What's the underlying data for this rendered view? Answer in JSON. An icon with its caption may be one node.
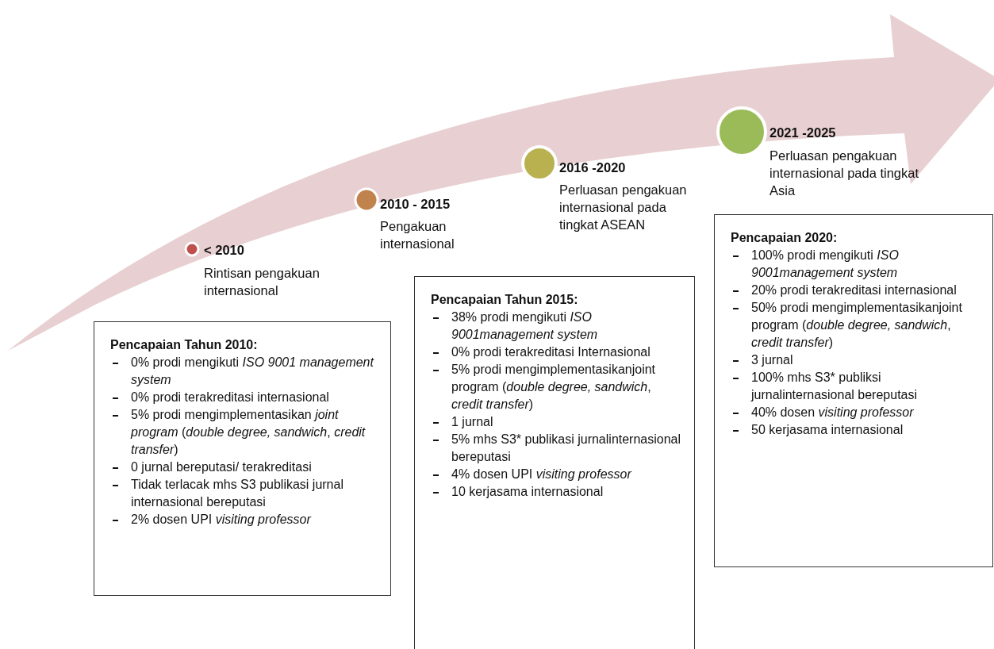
{
  "diagram": {
    "nodes": [
      {
        "text": [
          "Pencapaian Tahun 2010:",
          "0% prodi mengikuti *ISO 9001 management system*",
          "0% prodi terakreditasi internasional",
          "5% prodi mengimplementasikan *joint program* (*double degree, sandwich*, *credit transfer*)",
          "0 jurnal bereputasi/ terakreditasi",
          "Tidak terlacak mhs S3 publikasi jurnal internasional bereputasi",
          "2% dosen UPI *visiting professor*"
        ]
      },
      {
        "text": [
          "Pencapaian Tahun 2015:",
          "38% prodi mengikuti *ISO 9001management system*",
          "0% prodi terakreditasi Internasional",
          "5% prodi mengimplementasikanjoint program (*double degree, sandwich*, *credit transfer*)",
          "1 jurnal",
          "5% mhs S3* publikasi jurnalinternasional bereputasi",
          "4% dosen UPI *visiting professor*",
          "10 kerjasama internasional"
        ]
      },
      {
        "text": [
          "Pencapaian 2020:",
          "100% prodi mengikuti *ISO 9001management system*",
          "20% prodi terakreditasi internasional",
          "50% prodi mengimplementasikanjoint program (*double degree, sandwich*, *credit transfer*)",
          "3 jurnal",
          "100% mhs S3* publiksi jurnalinternasional bereputasi",
          "40% dosen *visiting professor*",
          "50 kerjasama internasional"
        ]
      }
    ],
    "labels": [
      "< 2010",
      "Rintisan pengakuan internasional",
      "2010 - 2015",
      "Pengakuan internasional",
      "2016 -2020",
      "Perluasan pengakuan internasional pada tingkat ASEAN",
      "2021 -2025",
      "Perluasan pengakuan internasional pada tingkat Asia"
    ]
  }
}
